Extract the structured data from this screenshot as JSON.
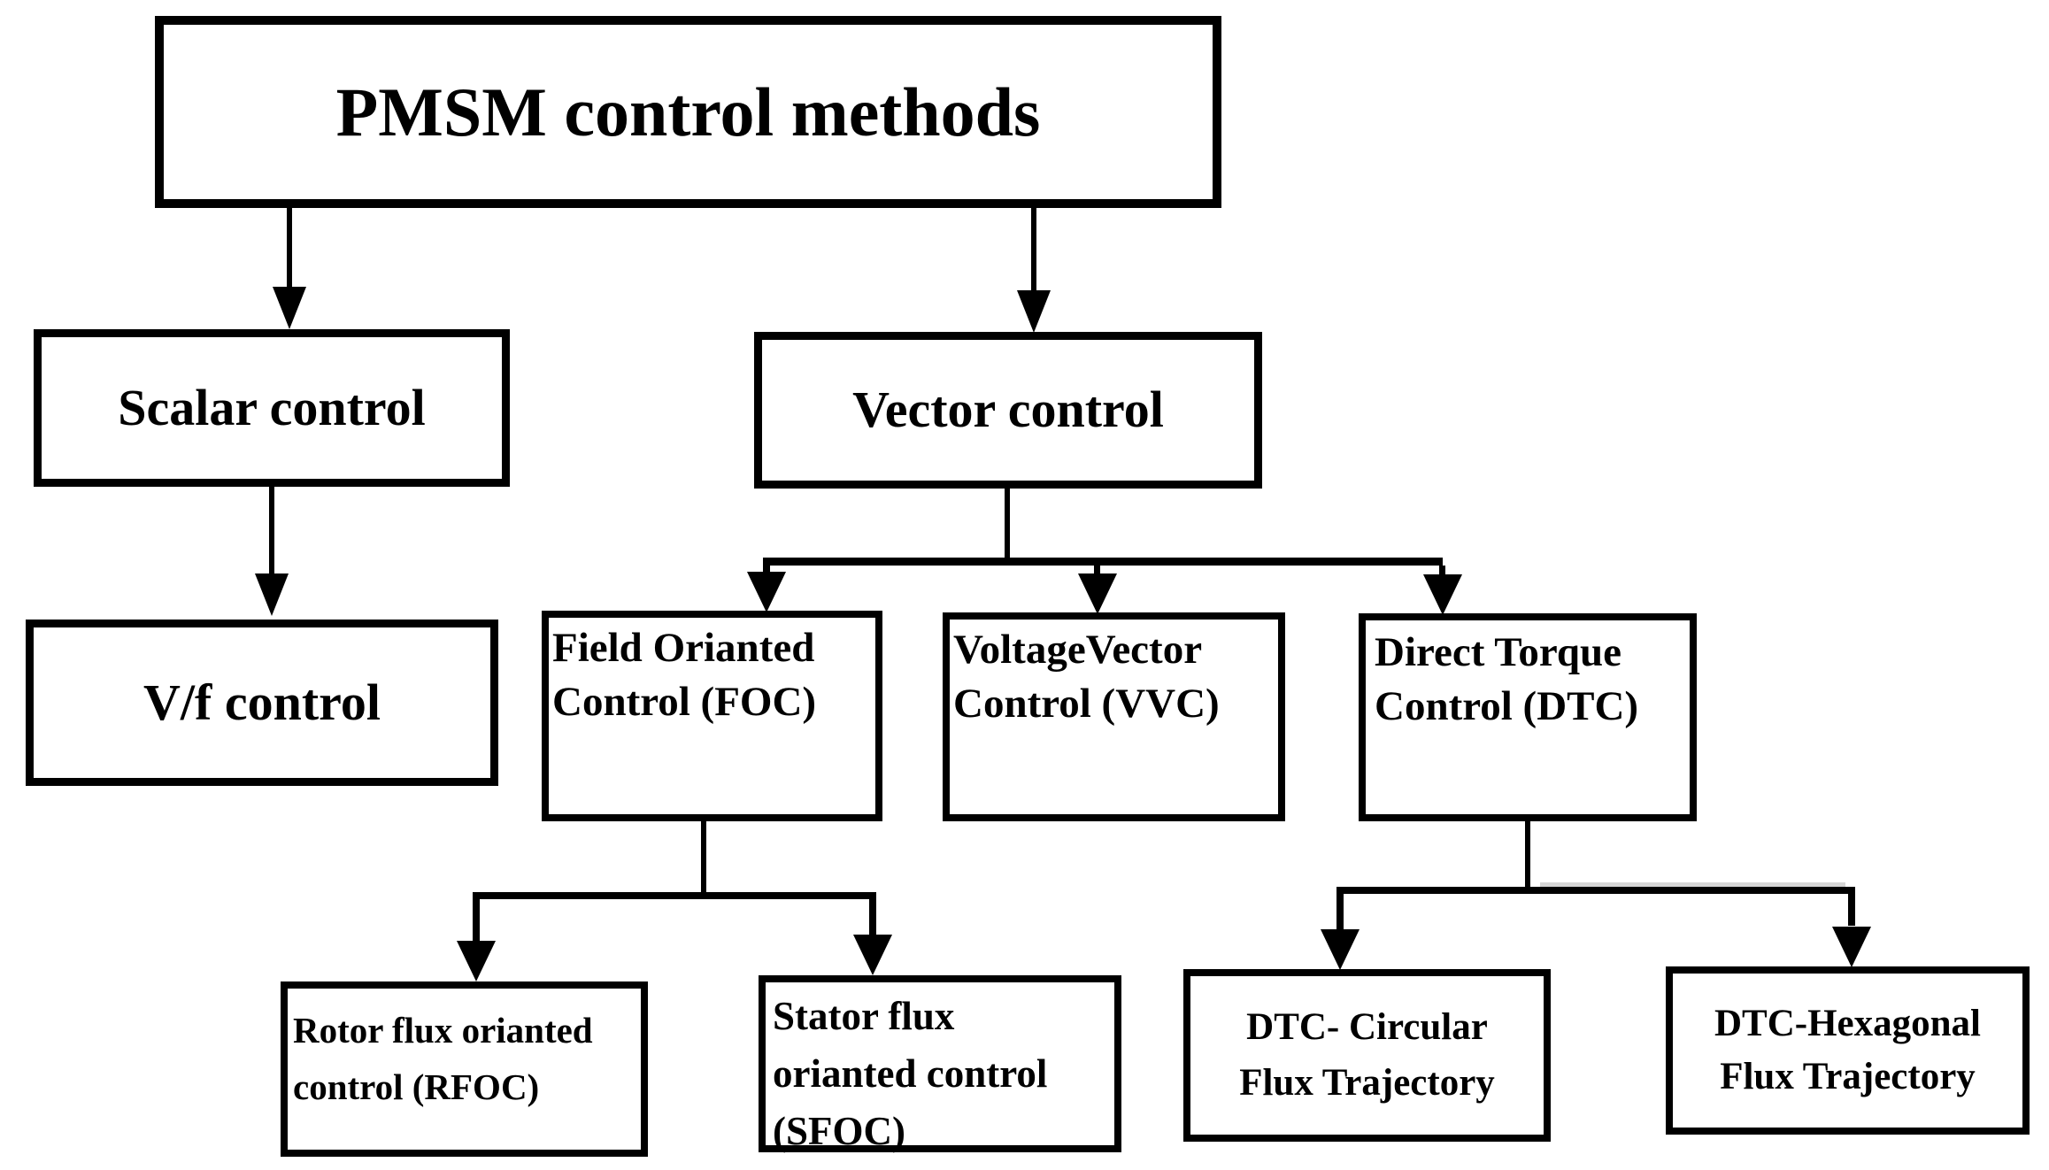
{
  "page": {
    "background": "#ffffff"
  },
  "diagram": {
    "type": "flowchart",
    "colors": {
      "box_border": "#000000",
      "box_fill": "#ffffff",
      "text": "#000000",
      "connector": "#000000"
    },
    "nodes": {
      "pmsm": {
        "lines": [
          "PMSM control methods"
        ]
      },
      "scalar": {
        "lines": [
          "Scalar control"
        ]
      },
      "vector": {
        "lines": [
          "Vector control"
        ]
      },
      "vf": {
        "lines": [
          "V/f control"
        ]
      },
      "foc": {
        "lines": [
          "Field Orianted",
          "Control (FOC)"
        ]
      },
      "vvc": {
        "lines": [
          "VoltageVector",
          "Control (VVC)"
        ]
      },
      "dtc": {
        "lines": [
          "Direct Torque",
          "Control (DTC)"
        ]
      },
      "rfoc": {
        "lines": [
          "Rotor flux orianted",
          "control (RFOC)"
        ]
      },
      "sfoc": {
        "lines": [
          "Stator flux",
          "orianted control",
          "(SFOC)"
        ]
      },
      "dtc_circular": {
        "lines": [
          "DTC- Circular",
          "Flux Trajectory"
        ]
      },
      "dtc_hexagonal": {
        "lines": [
          "DTC-Hexagonal",
          "Flux Trajectory"
        ]
      }
    },
    "edges": [
      {
        "from": "pmsm",
        "to": "scalar"
      },
      {
        "from": "pmsm",
        "to": "vector"
      },
      {
        "from": "scalar",
        "to": "vf"
      },
      {
        "from": "vector",
        "to": "foc"
      },
      {
        "from": "vector",
        "to": "vvc"
      },
      {
        "from": "vector",
        "to": "dtc"
      },
      {
        "from": "foc",
        "to": "rfoc"
      },
      {
        "from": "foc",
        "to": "sfoc"
      },
      {
        "from": "dtc",
        "to": "dtc_circular"
      },
      {
        "from": "dtc",
        "to": "dtc_hexagonal"
      }
    ]
  }
}
